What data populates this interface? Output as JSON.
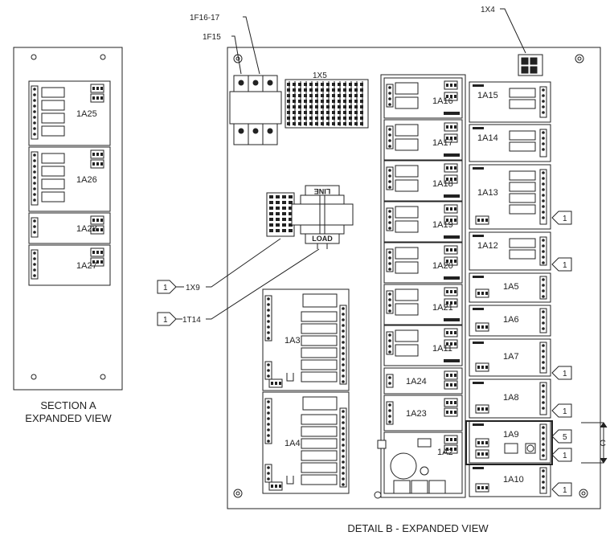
{
  "section_a": {
    "modules": [
      {
        "label": "1A25"
      },
      {
        "label": "1A26"
      },
      {
        "label": "1A28"
      },
      {
        "label": "1A27"
      }
    ],
    "caption_line1": "SECTION A",
    "caption_line2": "EXPANDED VIEW"
  },
  "detail_b": {
    "caption": "DETAIL  B - EXPANDED VIEW",
    "fuse_labels": {
      "f1617": "1F16-17",
      "f15": "1F15"
    },
    "terminal_labels": {
      "x4": "1X4",
      "x5": "1X5",
      "x9": "1X9"
    },
    "transformer": {
      "label": "1T14",
      "line": "LINE",
      "load": "LOAD"
    },
    "callout_1": "1",
    "callout_5": "5",
    "bracket_label": "C",
    "left_boards": [
      {
        "label": "1A3"
      },
      {
        "label": "1A4"
      }
    ],
    "middle_modules": [
      {
        "label": "1A16"
      },
      {
        "label": "1A17"
      },
      {
        "label": "1A18"
      },
      {
        "label": "1A19"
      },
      {
        "label": "1A20"
      },
      {
        "label": "1A21"
      },
      {
        "label": "1A11"
      },
      {
        "label": "1A24"
      },
      {
        "label": "1A23"
      },
      {
        "label": "1A2"
      }
    ],
    "right_modules": [
      {
        "label": "1A15"
      },
      {
        "label": "1A14"
      },
      {
        "label": "1A13"
      },
      {
        "label": "1A12"
      },
      {
        "label": "1A5"
      },
      {
        "label": "1A6"
      },
      {
        "label": "1A7"
      },
      {
        "label": "1A8"
      },
      {
        "label": "1A9"
      },
      {
        "label": "1A10"
      }
    ]
  }
}
